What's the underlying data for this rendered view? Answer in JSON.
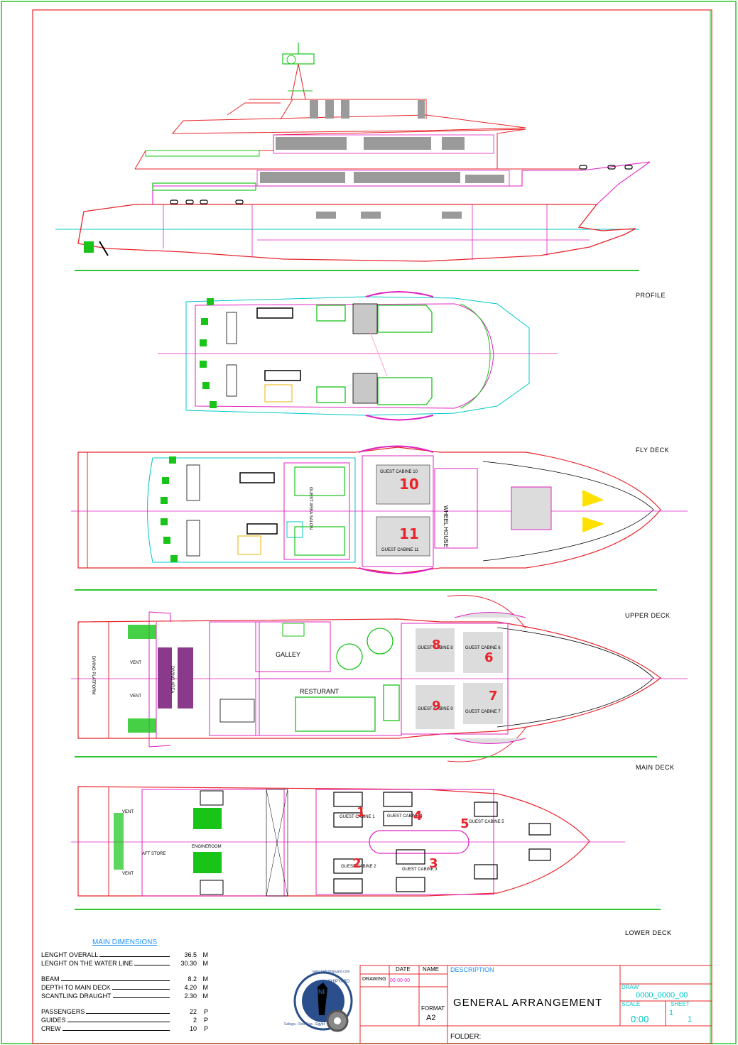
{
  "views": {
    "profile": "PROFILE",
    "fly_deck": "FLY DECK",
    "upper_deck": "UPPER DECK",
    "main_deck": "MAIN DECK",
    "lower_deck": "LOWER DECK"
  },
  "rooms": {
    "guest_cabin_10": "GUEST CABINE 10",
    "guest_cabin_11": "GUEST CABINE 11",
    "wheel_house": "WHEEL HOUSE",
    "guest_area_salon": "GUEST AREA SALON",
    "galley": "GALLEY",
    "resturant": "RESTURANT",
    "diving_platform": "DIVING PLATFORM",
    "diving_area": "DIVING AREA",
    "vent": "VENT",
    "guest_cabin_8": "GUEST CABINE 8",
    "guest_cabin_9": "GUEST CABINE 9",
    "guest_cabin_6": "GUEST CABINE 6",
    "guest_cabin_7": "GUEST CABINE 7",
    "engine_room": "ENGINEROOM",
    "aft_store": "AFT STORE",
    "guest_cabin_1": "GUEST CABINE 1",
    "guest_cabin_2": "GUEST CABINE 2",
    "guest_cabin_3": "GUEST CABINE 3",
    "guest_cabin_4": "GUEST CABINE 4",
    "guest_cabin_5": "GUEST CABINE 5"
  },
  "cabin_numbers": {
    "n1": "1",
    "n2": "2",
    "n3": "3",
    "n4": "4",
    "n5": "5",
    "n6": "6",
    "n7": "7",
    "n8": "8",
    "n9": "9",
    "n10": "10",
    "n11": "11"
  },
  "main_dimensions": {
    "title": "MAIN DIMENSIONS",
    "rows": [
      {
        "name": "LENGHT OVERALL",
        "value": "36.5",
        "unit": "M"
      },
      {
        "name": "LENGHT ON THE WATER LINE",
        "value": "30.30",
        "unit": "M"
      },
      {
        "name": "BEAM",
        "value": "8.2",
        "unit": "M"
      },
      {
        "name": "DEPTH TO MAIN DECK",
        "value": "4.20",
        "unit": "M"
      },
      {
        "name": "SCANTLING DRAUGHT",
        "value": "2.30",
        "unit": "M"
      },
      {
        "name": "PASSENGERS",
        "value": "22",
        "unit": "P"
      },
      {
        "name": "GUIDES",
        "value": "2",
        "unit": "P"
      },
      {
        "name": "CREW",
        "value": "10",
        "unit": "P"
      }
    ]
  },
  "title_block": {
    "date_header": "DATE",
    "name_header": "NAME",
    "description_header": "DESCRIPTION",
    "drawing_label": "DRAWING",
    "drawing_date": "00-00-00",
    "format_label": "FORMAT",
    "format_value": "A2",
    "drawing_title": "GENERAL ARRANGEMENT",
    "draw_label": "DRAW",
    "draw_number": "0000_0000_00",
    "scale_label": "SCALE",
    "scale_value": "0:00",
    "sheet_label": "SHEET",
    "sheet_value": "1",
    "sheet_total": "1",
    "folder_label": "FOLDER:"
  },
  "logo": {
    "brand": "HEFNI",
    "subtitle": "SHIPYARD",
    "tagline": "Safaga - Red Sea - Egypt",
    "website": "www.hefnishipyard.com"
  },
  "colors": {
    "hull": "#e8242a",
    "structure": "#e020c0",
    "furniture": "#17c417",
    "accent": "#00c8c8",
    "border_outer": "#2ec42e",
    "border_inner": "#e8242a",
    "title_text": "#1e90ff"
  }
}
